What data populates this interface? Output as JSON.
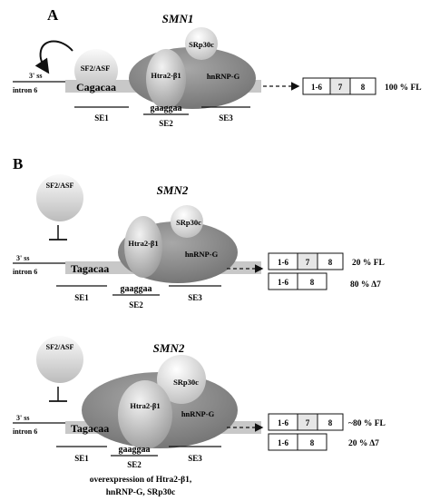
{
  "panel_a": {
    "letter": "A",
    "gene": "SMN1",
    "splice_site": "3' ss",
    "intron": "intron 6",
    "exon_seq": "Cagacaa",
    "factors": {
      "sf2": "SF2/ASF",
      "srp30c": "SRp30c",
      "htra2": "Htra2-β1",
      "hnrnpg": "hnRNP-G"
    },
    "elements": {
      "se1": "SE1",
      "motif": "gaaggaa",
      "se2": "SE2",
      "se3": "SE3"
    },
    "products": [
      {
        "boxes": [
          "1-6",
          "7",
          "8"
        ],
        "label": "100 % FL"
      }
    ]
  },
  "panel_b1": {
    "letter": "B",
    "gene": "SMN2",
    "splice_site": "3' ss",
    "intron": "intron 6",
    "exon_seq": "Tagacaa",
    "factors": {
      "sf2": "SF2/ASF",
      "srp30c": "SRp30c",
      "htra2": "Htra2-β1",
      "hnrnpg": "hnRNP-G"
    },
    "elements": {
      "se1": "SE1",
      "motif": "gaaggaa",
      "se2": "SE2",
      "se3": "SE3"
    },
    "products": [
      {
        "boxes": [
          "1-6",
          "7",
          "8"
        ],
        "label": "20 % FL"
      },
      {
        "boxes": [
          "1-6",
          "8"
        ],
        "label": "80 %  Δ7"
      }
    ]
  },
  "panel_b2": {
    "gene": "SMN2",
    "splice_site": "3' ss",
    "intron": "intron 6",
    "exon_seq": "Tagacaa",
    "factors": {
      "sf2": "SF2/ASF",
      "srp30c": "SRp30c",
      "htra2": "Htra2-β1",
      "hnrnpg": "hnRNP-G"
    },
    "elements": {
      "se1": "SE1",
      "motif": "gaaggaa",
      "se2": "SE2",
      "se3": "SE3"
    },
    "products": [
      {
        "boxes": [
          "1-6",
          "7",
          "8"
        ],
        "label": "~80 % FL"
      },
      {
        "boxes": [
          "1-6",
          "8"
        ],
        "label": "20 %  Δ7"
      }
    ],
    "caption_lines": [
      "overexpression of Htra2-β1,",
      "hnRNP-G, SRp30c"
    ]
  },
  "colors": {
    "ink": "#111111",
    "exon_bar": "#c8c8c8",
    "hnrnp": "#8e8e8e",
    "factor_light": "#f4f4f4",
    "factor_mid": "#cfcfcf",
    "exon7_fill": "#e6e6e6"
  }
}
